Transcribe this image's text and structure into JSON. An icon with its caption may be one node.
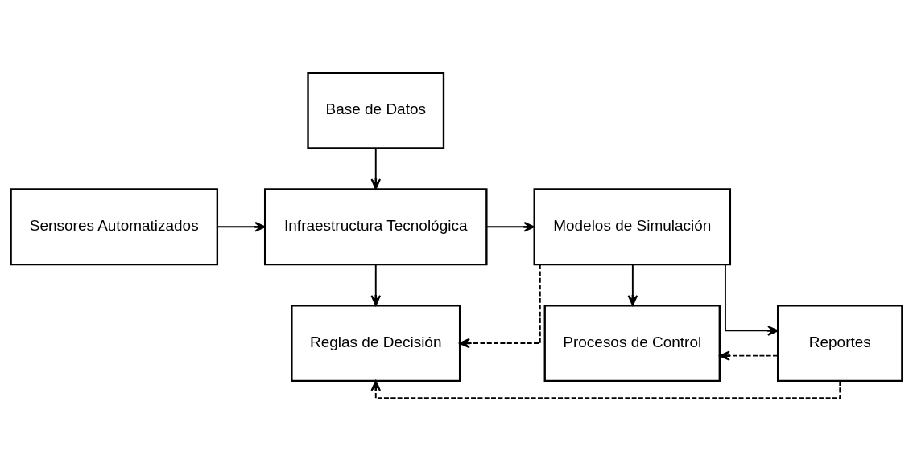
{
  "diagram": {
    "nodes": [
      {
        "text": [
          "Reglas de Decisión"
        ]
      },
      {
        "text": [
          "Sensores Automatizados"
        ]
      },
      {
        "text": [
          "Infraestructura Tecnológica"
        ]
      },
      {
        "text": [
          "Modelos de Simulación"
        ]
      },
      {
        "text": [
          "Reportes"
        ]
      },
      {
        "text": [
          "Base de Datos"
        ]
      },
      {
        "text": [
          "Procesos de Control"
        ]
      }
    ],
    "edges": [
      {
        "from": 1,
        "to": 2,
        "arrow": "to"
      },
      {
        "from": 2,
        "to": 0,
        "arrow": "to"
      },
      {
        "from": 5,
        "to": 2,
        "arrow": "to"
      },
      {
        "from": 2,
        "to": 3,
        "arrow": "to"
      },
      {
        "from": 3,
        "to": 4,
        "arrow": "to"
      },
      {
        "from": 3,
        "to": 0,
        "arrow": "to",
        "style": "dashed"
      },
      {
        "from": 4,
        "to": 0,
        "arrow": "to",
        "style": "dashed"
      },
      {
        "from": 3,
        "to": 6,
        "arrow": "to"
      },
      {
        "from": 4,
        "to": 6,
        "arrow": "to",
        "style": "dashed"
      }
    ]
  }
}
